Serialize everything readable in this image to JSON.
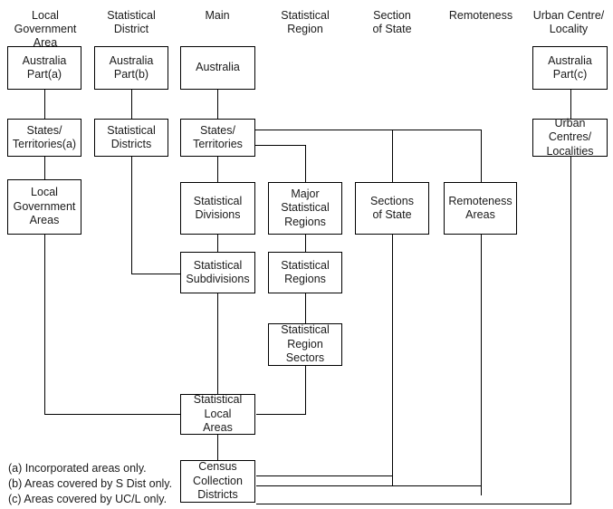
{
  "diagram": {
    "title": "Australian Standard Geographical Classification structure",
    "line_color": "#000000",
    "background": "#ffffff"
  },
  "columns": [
    {
      "id": "local-government-area",
      "label": "Local Government\nArea"
    },
    {
      "id": "statistical-district",
      "label": "Statistical\nDistrict"
    },
    {
      "id": "main",
      "label": "Main"
    },
    {
      "id": "statistical-region",
      "label": "Statistical\nRegion"
    },
    {
      "id": "section-of-state",
      "label": "Section\nof State"
    },
    {
      "id": "remoteness",
      "label": "Remoteness"
    },
    {
      "id": "urban-centre-locality",
      "label": "Urban Centre/\nLocality"
    }
  ],
  "nodes": [
    {
      "id": "australia-part-a",
      "label": "Australia\nPart(a)",
      "column": "local-government-area"
    },
    {
      "id": "states-territories-a",
      "label": "States/\nTerritories(a)",
      "column": "local-government-area"
    },
    {
      "id": "local-government-areas",
      "label": "Local\nGovernment\nAreas",
      "column": "local-government-area"
    },
    {
      "id": "australia-part-b",
      "label": "Australia\nPart(b)",
      "column": "statistical-district"
    },
    {
      "id": "statistical-districts",
      "label": "Statistical\nDistricts",
      "column": "statistical-district"
    },
    {
      "id": "australia",
      "label": "Australia",
      "column": "main"
    },
    {
      "id": "states-territories",
      "label": "States/\nTerritories",
      "column": "main"
    },
    {
      "id": "statistical-divisions",
      "label": "Statistical\nDivisions",
      "column": "main"
    },
    {
      "id": "statistical-subdivisions",
      "label": "Statistical\nSubdivisions",
      "column": "main"
    },
    {
      "id": "statistical-local-areas",
      "label": "Statistical\nLocal\nAreas",
      "column": "main"
    },
    {
      "id": "census-collection-districts",
      "label": "Census\nCollection\nDistricts",
      "column": "main"
    },
    {
      "id": "major-statistical-regions",
      "label": "Major\nStatistical\nRegions",
      "column": "statistical-region"
    },
    {
      "id": "statistical-regions",
      "label": "Statistical\nRegions",
      "column": "statistical-region"
    },
    {
      "id": "statistical-region-sectors",
      "label": "Statistical\nRegion\nSectors",
      "column": "statistical-region"
    },
    {
      "id": "sections-of-state",
      "label": "Sections\nof State",
      "column": "section-of-state"
    },
    {
      "id": "remoteness-areas",
      "label": "Remoteness\nAreas",
      "column": "remoteness"
    },
    {
      "id": "australia-part-c",
      "label": "Australia\nPart(c)",
      "column": "urban-centre-locality"
    },
    {
      "id": "urban-centres-localities",
      "label": "Urban Centres/\nLocalities",
      "column": "urban-centre-locality"
    }
  ],
  "footnotes": [
    "(a) Incorporated areas only.",
    "(b) Areas covered by S Dist only.",
    "(c) Areas covered by UC/L only."
  ]
}
